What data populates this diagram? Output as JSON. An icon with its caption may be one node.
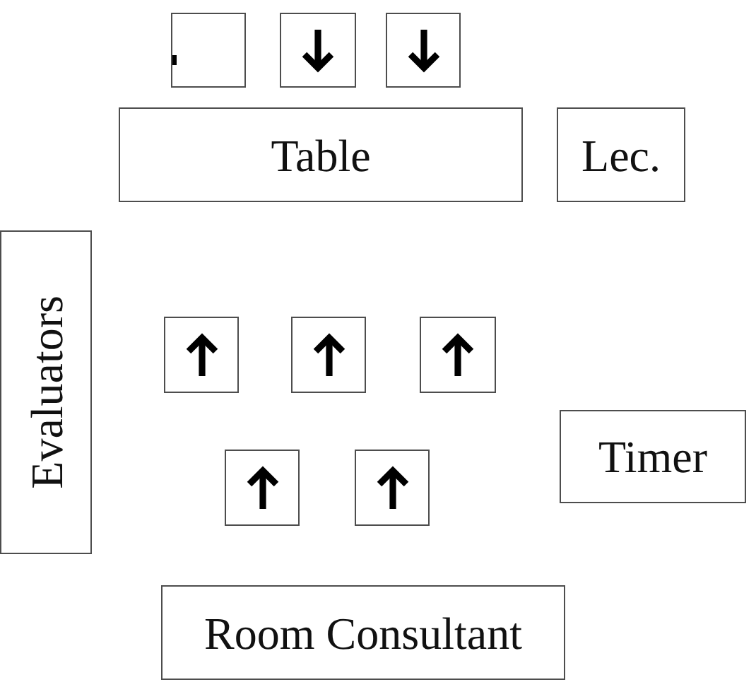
{
  "diagram": {
    "nodes": [
      {
        "text": [],
        "shape": "box"
      },
      {
        "text": [],
        "shape": "box"
      },
      {
        "text": [],
        "shape": "box"
      },
      {
        "text": [
          "Table"
        ]
      },
      {
        "text": [
          "Lec."
        ]
      },
      {
        "text": [
          "Evaluators"
        ]
      },
      {
        "text": [],
        "shape": "box"
      },
      {
        "text": [],
        "shape": "box"
      },
      {
        "text": [],
        "shape": "box"
      },
      {
        "text": [
          "Timer"
        ]
      },
      {
        "text": [],
        "shape": "box"
      },
      {
        "text": [],
        "shape": "box"
      },
      {
        "text": [
          "Room Consultant"
        ]
      }
    ]
  }
}
